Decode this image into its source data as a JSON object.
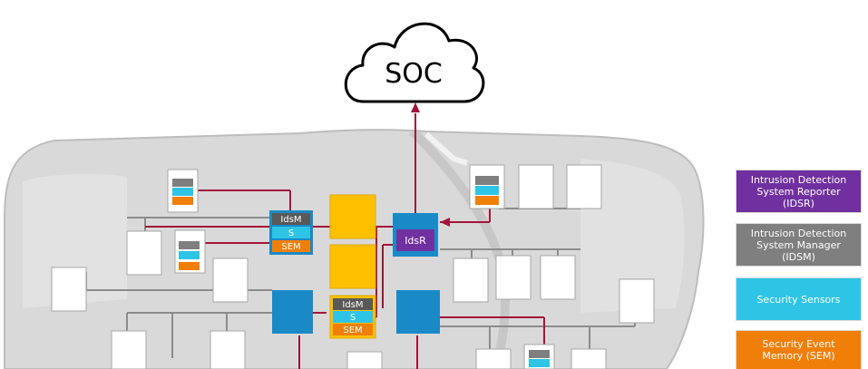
{
  "cloud": {
    "label": "SOC"
  },
  "idsr_block": {
    "label": "IdsR"
  },
  "idsm_stack_top": {
    "idsm": "IdsM",
    "s": "S",
    "sem": "SEM"
  },
  "idsm_stack_center": {
    "idsm": "IdsM",
    "s": "S",
    "sem": "SEM"
  },
  "legend": {
    "idsr": "Intrusion Detection\nSystem Reporter\n(IDSR)",
    "idsm": "Intrusion Detection\nSystem Manager\n(IDSM)",
    "sensors": "Security Sensors",
    "sem": "Security Event\nMemory (SEM)"
  },
  "colors": {
    "idsr": "#7030a0",
    "idsm": "#7f7f7f",
    "sensors": "#2ec4e6",
    "sem": "#f07f0a",
    "gateway": "#ffc000",
    "domain_controller": "#1a8ac6",
    "connection": "#a3143c",
    "bus": "#8c8c8c"
  }
}
